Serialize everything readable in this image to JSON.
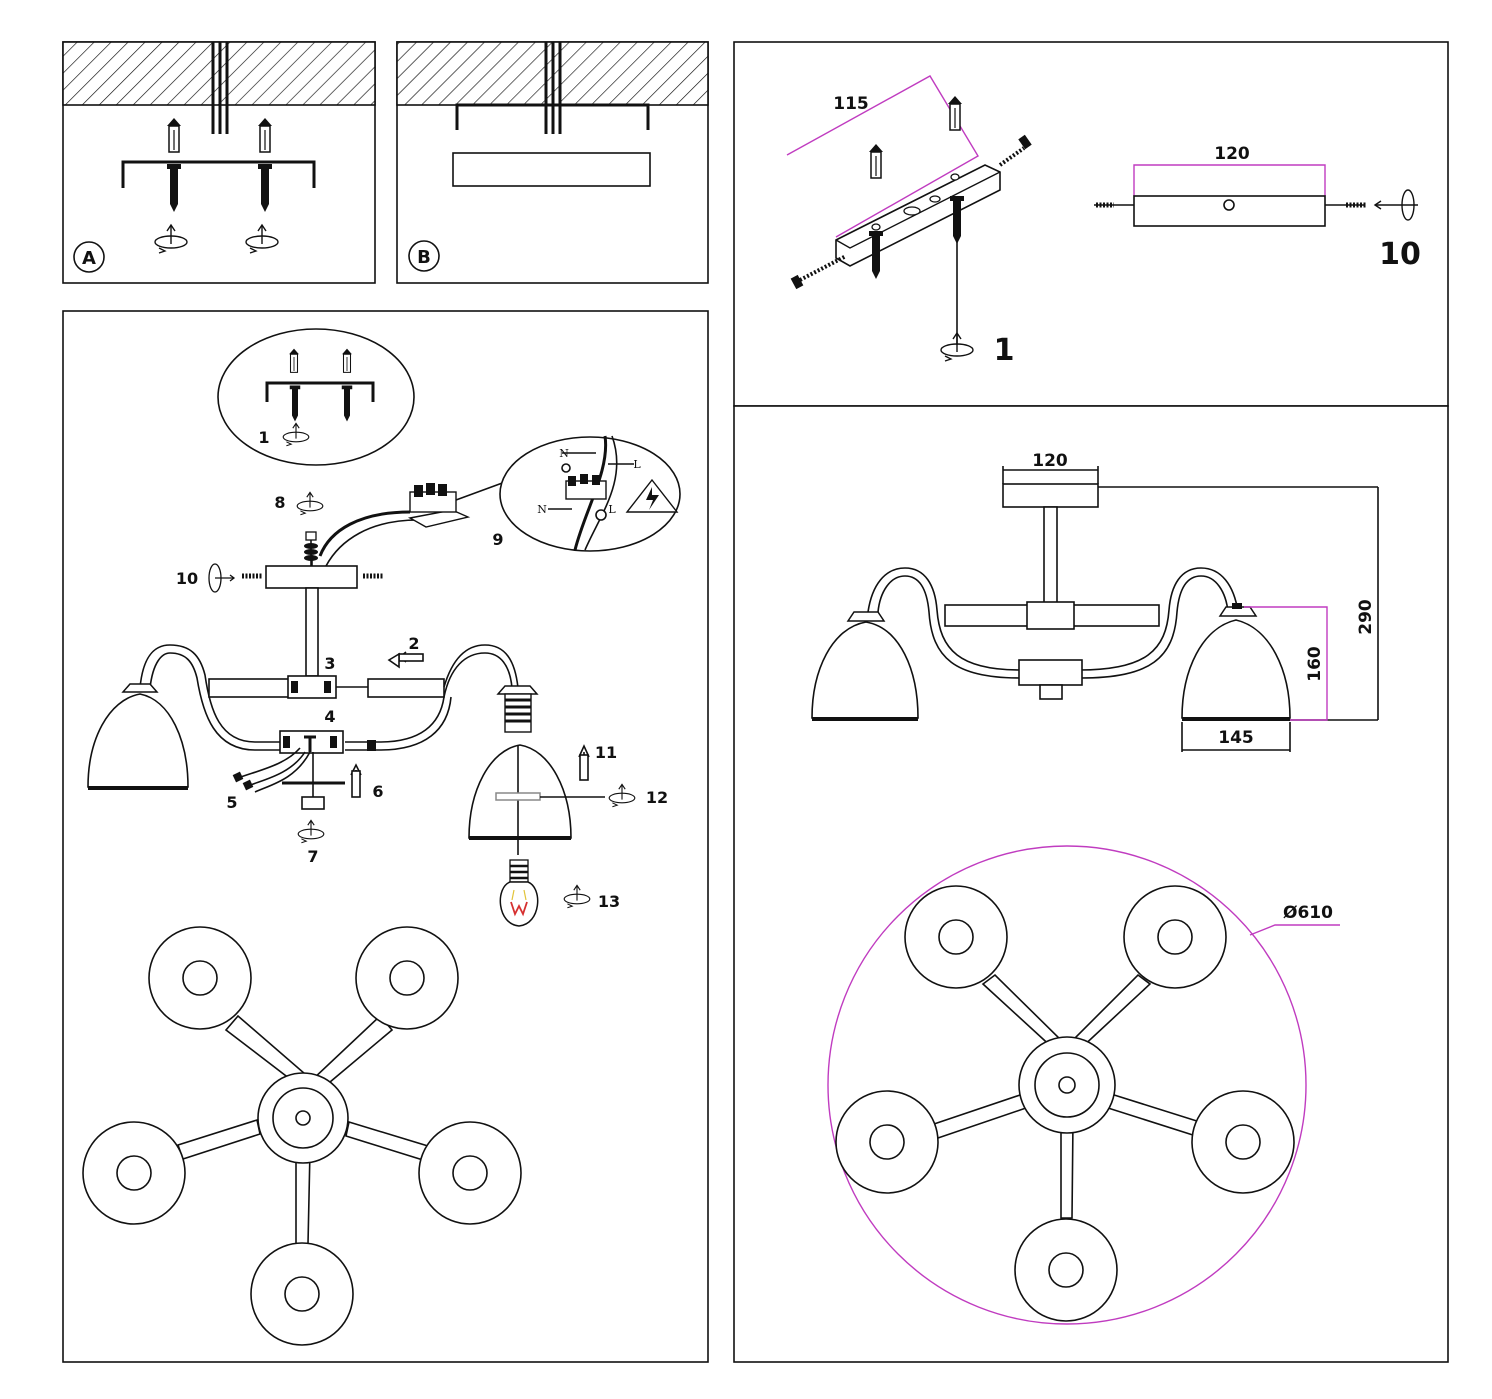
{
  "panels": {
    "step_a": {
      "letter": "A"
    },
    "step_b": {
      "letter": "B"
    }
  },
  "assembly_labels": {
    "n1": "1",
    "n2": "2",
    "n3": "3",
    "n4": "4",
    "n5": "5",
    "n6": "6",
    "n7": "7",
    "n8": "8",
    "n9": "9",
    "n10": "10",
    "n11": "11",
    "n12": "12",
    "n13": "13"
  },
  "wiring": {
    "neutral_top": "N",
    "live_top": "L",
    "neutral_bottom": "N",
    "live_bottom": "L"
  },
  "bracket_detail": {
    "dim_diag": "115",
    "dim_plate": "120",
    "step_screw": "1",
    "step_side": "10"
  },
  "dimensions": {
    "canopy_width": "120",
    "total_height": "290",
    "shade_height": "160",
    "shade_diameter": "145",
    "overall_diameter": "Ø610"
  },
  "colors": {
    "dimension": "#c03cc0",
    "line": "#111111",
    "filament": "#d63030"
  },
  "icons": [
    "screw-icon",
    "dowel-icon",
    "rotate-arrow-icon",
    "lightning-warning-icon",
    "bulb-icon",
    "terminal-block-icon"
  ]
}
